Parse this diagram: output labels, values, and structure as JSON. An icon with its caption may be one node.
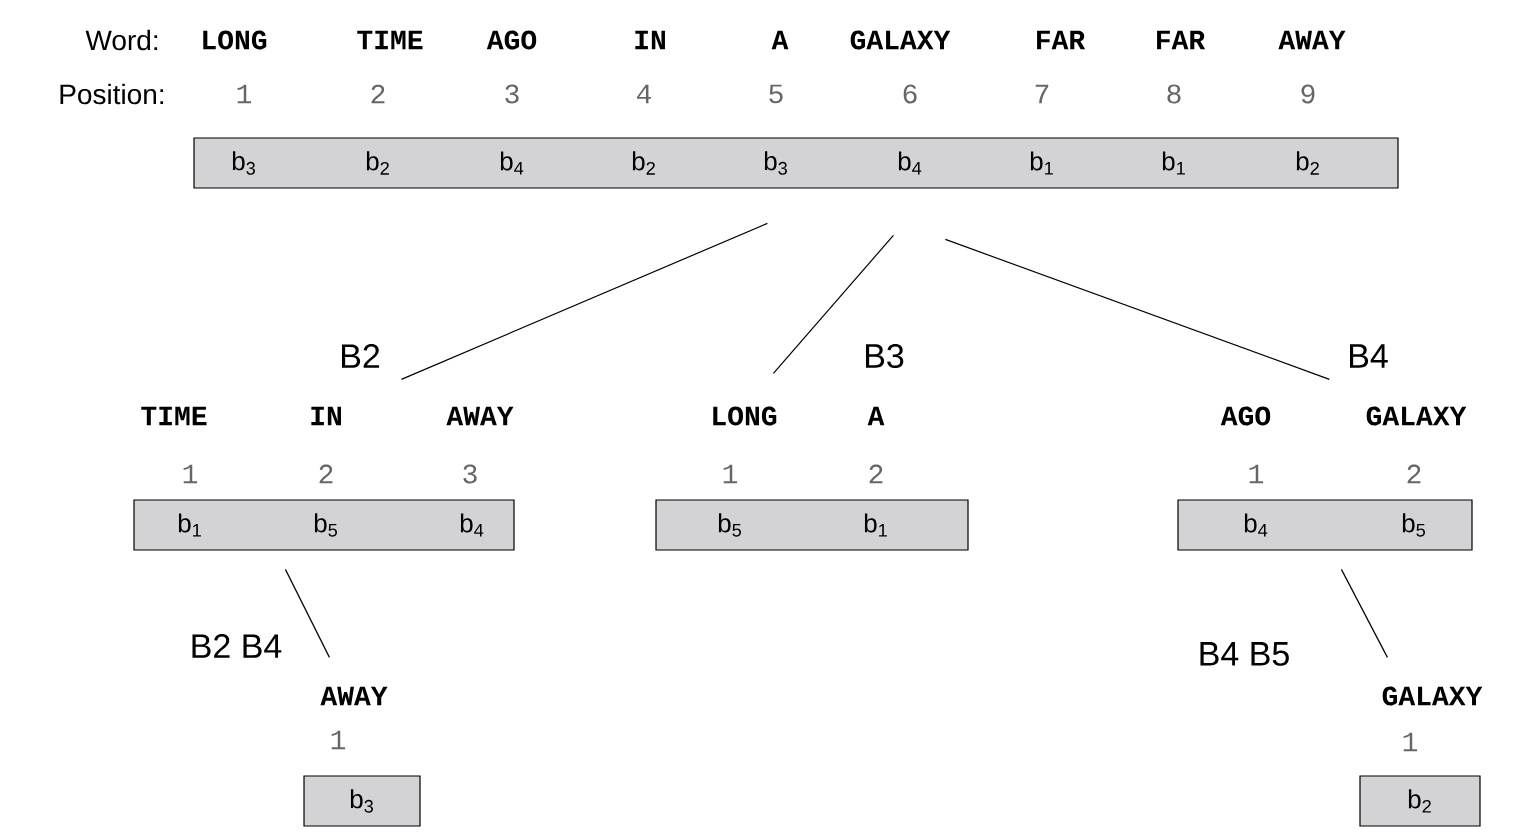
{
  "diagram": {
    "nodes": [
      {
        "text": [
          "b$_{3}$",
          "b$_{2}$",
          "b$_{4}$",
          "b$_{2}$",
          "b$_{3}$",
          "b$_{4}$",
          "b$_{1}$",
          "b$_{1}$",
          "b$_{2}$"
        ]
      },
      {
        "text": [
          "b$_{1}$",
          "b$_{5}$",
          "b$_{4}$"
        ],
        "beside": [
          "B2"
        ]
      },
      {
        "text": [
          "b$_{5}$",
          "b$_{1}$"
        ],
        "beside": [
          "B3"
        ]
      },
      {
        "text": [
          "b$_{4}$",
          "b$_{5}$"
        ],
        "beside": [
          "B4"
        ]
      },
      {
        "text": [
          "b$_{3}$"
        ],
        "beside": [
          "B2 B4"
        ]
      },
      {
        "text": [
          "b$_{2}$"
        ],
        "beside": [
          "B4 B5"
        ]
      }
    ],
    "edges": [
      {
        "from": 0,
        "to": 1,
        "arrow": "none"
      },
      {
        "from": 0,
        "to": 2,
        "arrow": "none"
      },
      {
        "from": 0,
        "to": 3,
        "arrow": "none"
      },
      {
        "from": 1,
        "to": 4,
        "arrow": "none"
      },
      {
        "from": 3,
        "to": 5,
        "arrow": "none"
      }
    ],
    "labels": [
      "Word:",
      "LONG",
      "TIME",
      "AGO",
      "IN",
      "A",
      "GALAXY",
      "FAR",
      "FAR",
      "AWAY",
      "Position:",
      "1",
      "2",
      "3",
      "4",
      "5",
      "6",
      "7",
      "8",
      "9",
      "TIME",
      "IN",
      "AWAY",
      "1",
      "2",
      "3",
      "LONG",
      "A",
      "1",
      "2",
      "AGO",
      "GALAXY",
      "1",
      "2",
      "AWAY",
      "1",
      "GALAXY",
      "1"
    ]
  }
}
